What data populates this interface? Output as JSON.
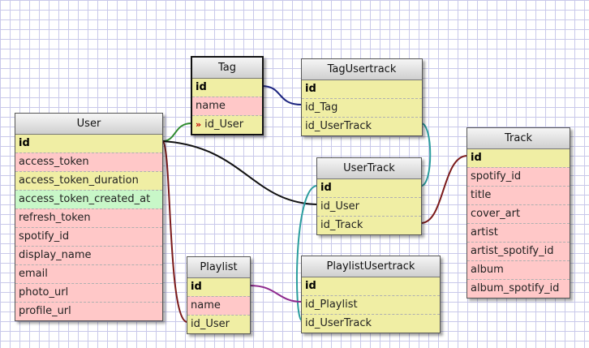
{
  "colors": {
    "pk_fill": "#f0eea4",
    "attr_fill": "#ffc8c8",
    "highlight_fill": "#c8f7c8",
    "link_green": "#2e8b2e",
    "link_navy": "#1a237e",
    "link_black": "#111111",
    "link_maroon": "#7b1a1a",
    "link_teal": "#2a9d9d",
    "link_purple": "#8e2a8e"
  },
  "tables": {
    "user": {
      "title": "User",
      "fields": [
        "id",
        "access_token",
        "access_token_duration",
        "access_token_created_at",
        "refresh_token",
        "spotify_id",
        "display_name",
        "email",
        "photo_url",
        "profile_url"
      ]
    },
    "tag": {
      "title": "Tag",
      "fields": [
        "id",
        "name",
        "id_User"
      ],
      "fk_marker": "»"
    },
    "tagusertrack": {
      "title": "TagUsertrack",
      "fields": [
        "id",
        "id_Tag",
        "id_UserTrack"
      ]
    },
    "usertrack": {
      "title": "UserTrack",
      "fields": [
        "id",
        "id_User",
        "id_Track"
      ]
    },
    "track": {
      "title": "Track",
      "fields": [
        "id",
        "spotify_id",
        "title",
        "cover_art",
        "artist",
        "artist_spotify_id",
        "album",
        "album_spotify_id"
      ]
    },
    "playlist": {
      "title": "Playlist",
      "fields": [
        "id",
        "name",
        "id_User"
      ]
    },
    "playlistusertrack": {
      "title": "PlaylistUsertrack",
      "fields": [
        "id",
        "id_Playlist",
        "id_UserTrack"
      ]
    }
  }
}
